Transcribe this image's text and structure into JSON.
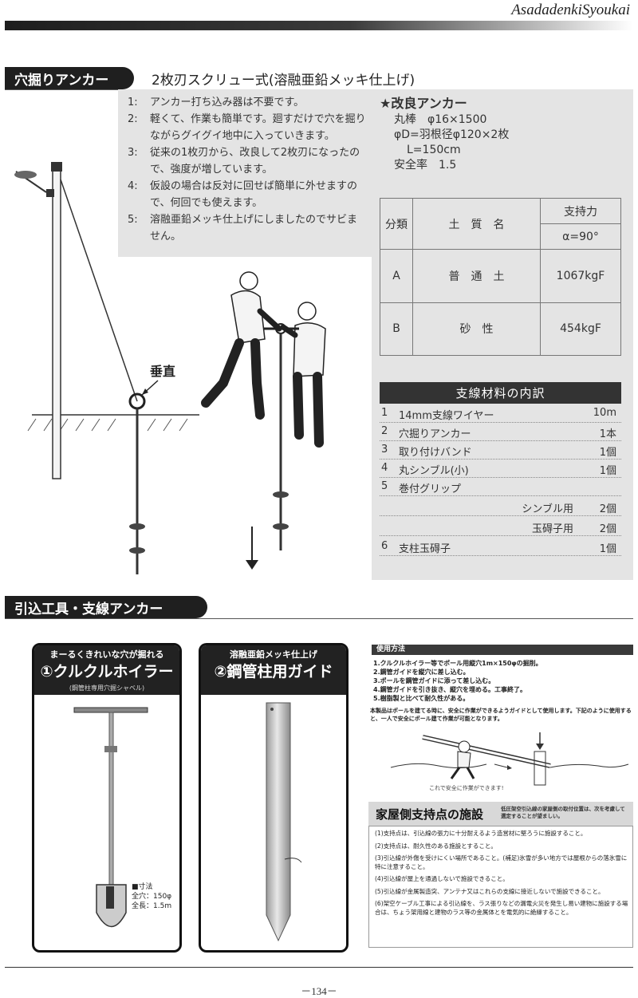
{
  "header": {
    "brand": "AsadadenkiSyoukai"
  },
  "section1": {
    "title": "穴掘りアンカー",
    "subtitle": "2枚刃スクリュー式(溶融亜鉛メッキ仕上げ)",
    "features": [
      {
        "num": "1:",
        "text": "アンカー打ち込み器は不要です。"
      },
      {
        "num": "2:",
        "text": "軽くて、作業も簡単です。廻すだけで穴を掘りながらグイグイ地中に入っていきます。"
      },
      {
        "num": "3:",
        "text": "従来の1枚刃から、改良して2枚刃になったので、強度が増しています。"
      },
      {
        "num": "4:",
        "text": "仮設の場合は反対に回せば簡単に外せますので、何回でも使えます。"
      },
      {
        "num": "5:",
        "text": "溶融亜鉛メッキ仕上げにしましたのでサビません。"
      }
    ],
    "vertical_label": "垂直",
    "spec": {
      "title": "★改良アンカー",
      "lines": [
        "丸棒　φ16×1500",
        "φD=羽根径φ120×2枚",
        "L=150cm",
        "安全率　1.5"
      ]
    },
    "soil_table": {
      "h_class": "分類",
      "h_soil": "土　質　名",
      "h_support": "支持力",
      "h_angle": "α=90°",
      "rows": [
        {
          "cls": "A",
          "soil": "普　通　土",
          "value": "1067kgF"
        },
        {
          "cls": "B",
          "soil": "砂　性",
          "value": "454kgF"
        }
      ]
    },
    "materials": {
      "title": "支線材料の内訳",
      "rows": [
        {
          "n": "1",
          "name": "14mm支線ワイヤー",
          "qty": "10m"
        },
        {
          "n": "2",
          "name": "穴掘りアンカー",
          "qty": "1本"
        },
        {
          "n": "3",
          "name": "取り付けバンド",
          "qty": "1個"
        },
        {
          "n": "4",
          "name": "丸シンブル(小)",
          "qty": "1個"
        },
        {
          "n": "5",
          "name": "巻付グリップ",
          "qty": ""
        },
        {
          "n": "",
          "sub": "シンブル用",
          "qty": "2個"
        },
        {
          "n": "",
          "sub": "玉碍子用",
          "qty": "2個"
        },
        {
          "n": "6",
          "name": "支柱玉碍子",
          "qty": "1個"
        }
      ]
    }
  },
  "section2": {
    "title": "引込工具・支線アンカー",
    "card1": {
      "tag": "まーるくきれいな穴が掘れる",
      "title": "①クルクルホイラー",
      "note": "(鋼管柱専用穴掘シャベル)",
      "dims": [
        "■寸法",
        "全穴：150φ",
        "全長：1.5m"
      ]
    },
    "card2": {
      "tag": "溶融亜鉛メッキ仕上げ",
      "title": "②鋼管柱用ガイド"
    },
    "usage": {
      "title": "使用方法",
      "steps": [
        "1.クルクルホイラー等でポール用縦穴1m×150φの掘削。",
        "2.鋼管ガイドを縦穴に差し込む。",
        "3.ポールを鋼管ガイドに添って差し込む。",
        "4.鋼管ガイドを引き抜き、縦穴を埋める。工事終了。",
        "5.樹脂製と比べて耐久性がある。"
      ],
      "note": "本製品はポールを建てる時に、安全に作業ができるようガイドとして使用します。下記のように使用すると、一人で安全にポール建て作業が可能となります。",
      "caption": "これで安全に作業ができます!"
    },
    "house": {
      "title": "家屋側支持点の施設",
      "subtitle": "低圧架空引込線の家屋側の取付位置は、次を考慮して選定することが望ましい。",
      "items": [
        "(1)支持点は、引込線の張力に十分耐えるよう造営材に堅ろうに施設すること。",
        "(2)支持点は、耐久性のある施設とすること。",
        "(3)引込線が外傷を受けにくい場所であること。(補足)氷雪が多い地方では屋根からの落氷雪に特に注意すること。",
        "(4)引込線が屋上を通過しないで施設できること。",
        "(5)引込線が金属製造突、アンテナ又はこれらの支線に接近しないで施設できること。",
        "(6)架空ケーブル工事による引込線を、ラス張りなどの漏電火災を発生し易い建物に施設する場合は、ちょう架用線と建物のラス等の金属体とを電気的に絶縁すること。"
      ]
    }
  },
  "footer": {
    "page": "－134－"
  }
}
